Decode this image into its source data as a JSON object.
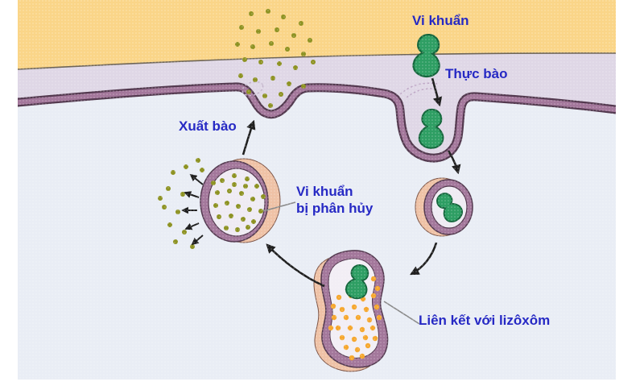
{
  "labels": {
    "bacterium": "Vi khuẩn",
    "phagocytosis": "Thực bào",
    "exocytosis": "Xuất bào",
    "degraded_line1": "Vi khuẩn",
    "degraded_line2": "bị phân hủy",
    "lysosome_binding": "Liên kết với lizôxôm"
  },
  "colors": {
    "extracellular_yellow": "#FAD588",
    "matrix_band_lavender": "#DFD7E6",
    "cytoplasm_blue": "#E9EDF5",
    "membrane_purple": "#A3779B",
    "membrane_edge": "#53394F",
    "bacterium_green": "#2E9E63",
    "vesicle_peach": "#EFC2A6",
    "vesicle_lumen": "#EFEBF3",
    "enzyme_dot_orange": "#F6A72E",
    "debris_dot_olive": "#8D9222",
    "label_blue": "#2629C4"
  }
}
